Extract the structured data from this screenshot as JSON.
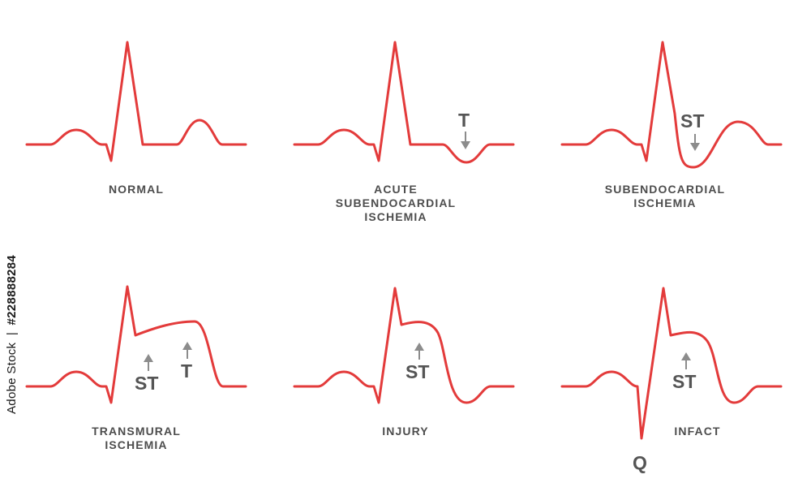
{
  "colors": {
    "trace": "#e33b3b",
    "arrow": "#8c8c8c",
    "text": "#4d4d4d"
  },
  "panels": [
    {
      "id": "normal",
      "caption": [
        "NORMAL"
      ]
    },
    {
      "id": "acute",
      "caption": [
        "ACUTE",
        "SUBENDOCARDIAL",
        "ISCHEMIA"
      ],
      "markers": [
        "T"
      ]
    },
    {
      "id": "subendo",
      "caption": [
        "SUBENDOCARDIAL",
        "ISCHEMIA"
      ],
      "markers": [
        "ST"
      ]
    },
    {
      "id": "transmural",
      "caption": [
        "TRANSMURAL",
        "ISCHEMIA"
      ],
      "markers": [
        "ST",
        "T"
      ]
    },
    {
      "id": "injury",
      "caption": [
        "INJURY"
      ],
      "markers": [
        "ST"
      ]
    },
    {
      "id": "infact",
      "caption": [
        "INFACT"
      ],
      "markers": [
        "ST",
        "Q"
      ]
    }
  ],
  "watermark": {
    "source": "Adobe Stock",
    "separator": "|",
    "id": "#228888284"
  }
}
